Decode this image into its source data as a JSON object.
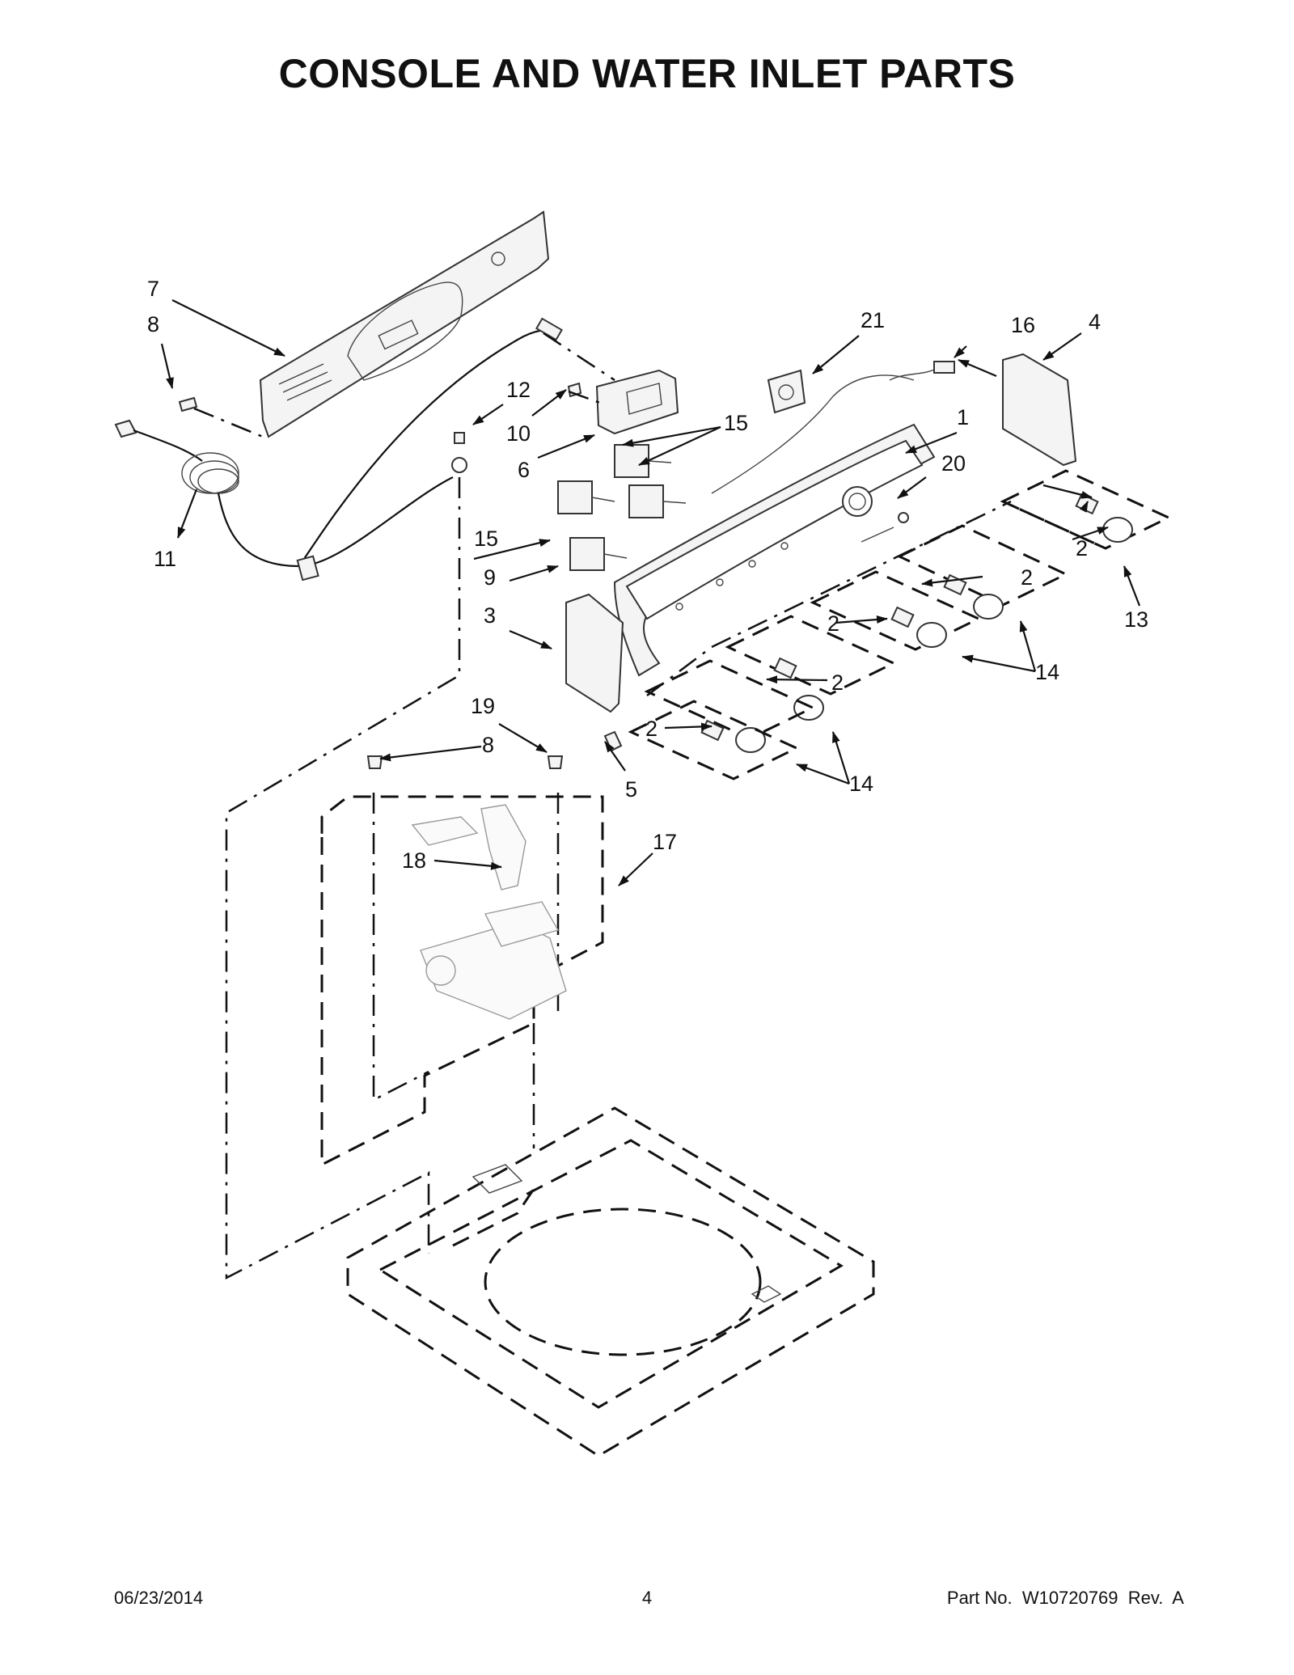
{
  "title": "CONSOLE AND WATER INLET PARTS",
  "callouts": {
    "c1": "1",
    "c2a": "2",
    "c2b": "2",
    "c2c": "2",
    "c2d": "2",
    "c2e": "2",
    "c3": "3",
    "c4": "4",
    "c5": "5",
    "c6": "6",
    "c7": "7",
    "c8a": "8",
    "c8b": "8",
    "c9": "9",
    "c10": "10",
    "c11": "11",
    "c12": "12",
    "c13": "13",
    "c14a": "14",
    "c14b": "14",
    "c15a": "15",
    "c15b": "15",
    "c16": "16",
    "c17": "17",
    "c18": "18",
    "c19": "19",
    "c20": "20",
    "c21": "21"
  },
  "footer": {
    "date": "06/23/2014",
    "page": "4",
    "part_no": "Part No.  W10720769  Rev.  A"
  }
}
